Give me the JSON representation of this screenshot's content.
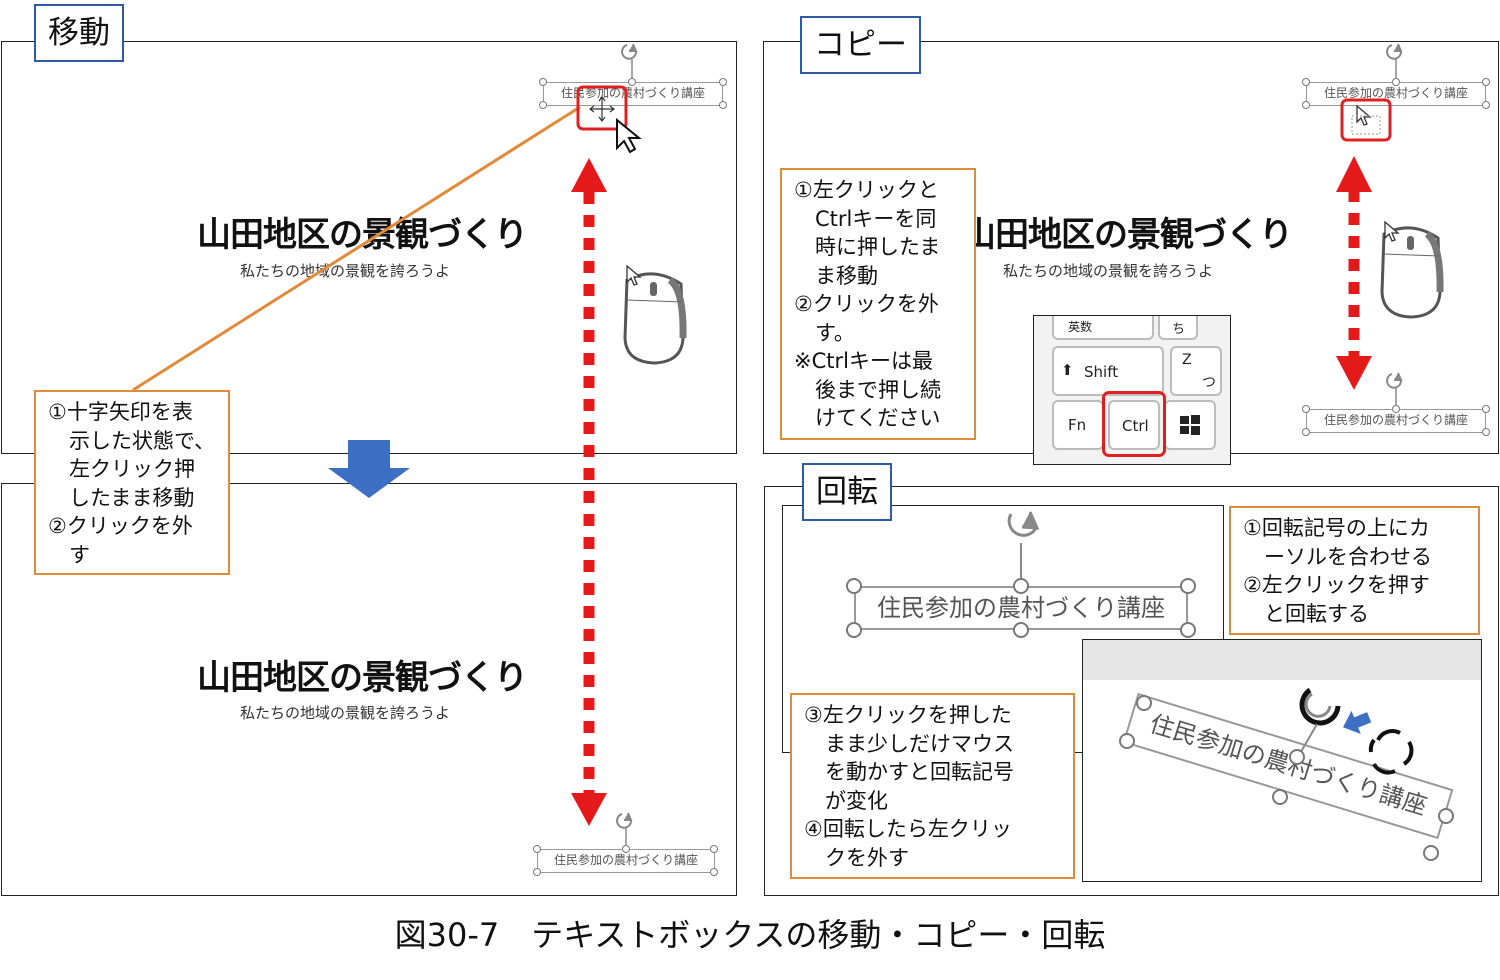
{
  "labels": {
    "move": "移動",
    "copy": "コピー",
    "rotate": "回転"
  },
  "slide": {
    "title": "山田地区の景観づくり",
    "subtitle": "私たちの地域の景観を誇ろうよ"
  },
  "textbox_text": "住民参加の農村づくり講座",
  "notes": {
    "move": [
      "①十字矢印を表",
      "　示した状態で、",
      "　左クリック押",
      "　したまま移動",
      "②クリックを外",
      "　す"
    ],
    "copy": [
      "①左クリックと",
      "　Ctrlキーを同",
      "　時に押したま",
      "　ま移動",
      "②クリックを外",
      "　す。",
      "※Ctrlキーは最",
      "　後まで押し続",
      "　けてください"
    ],
    "rotate1": [
      "①回転記号の上にカ",
      "　ーソルを合わせる",
      "②左クリックを押す",
      "　と回転する"
    ],
    "rotate2": [
      "③左クリックを押した",
      "　まま少しだけマウス",
      "　を動かすと回転記号",
      "　が変化",
      "④回転したら左クリッ",
      "　クを外す"
    ]
  },
  "keyboard": {
    "eisu": "英数",
    "chi": "ち",
    "shift": "Shift",
    "z": "Z",
    "tsu": "つ",
    "fn": "Fn",
    "ctrl": "Ctrl"
  },
  "caption": "図30-7　テキストボックスの移動・コピー・回転",
  "colors": {
    "arrow_red": "#e41a1a",
    "highlight_red": "#e02020",
    "note_border": "#e08a3a",
    "label_border": "#2e5aa8",
    "down_arrow_blue": "#3d6fc4",
    "leader_orange": "#e08a3a"
  },
  "icons": [
    "rotate-handle-icon",
    "move-cross-icon",
    "cursor-arrow-icon",
    "mouse-icon",
    "windows-key-icon",
    "rotate-arrows-icon"
  ]
}
